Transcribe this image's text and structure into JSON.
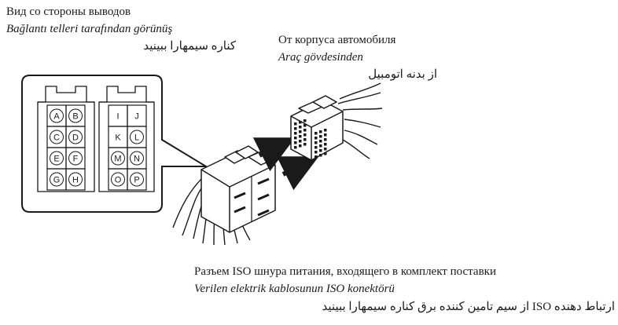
{
  "top_left": {
    "ru": "Вид со стороны выводов",
    "tr": "Bağlantı telleri tarafından görünüş",
    "fa": "کناره سیمهارا ببینید"
  },
  "top_right": {
    "ru": "От корпуса автомобиля",
    "tr": "Araç gövdesinden",
    "fa": "از بدنه اتومبیل"
  },
  "bottom": {
    "ru": "Разъем ISO шнура питания, входящего в комплект поставки",
    "tr": "Verilen elektrik kablosunun ISO konektörü",
    "fa": "ارتباط دهنده ISO از سیم تامین کننده برق کناره سیمهارا ببینید"
  },
  "pins": {
    "left": [
      "A",
      "B",
      "C",
      "D",
      "E",
      "F",
      "G",
      "H"
    ],
    "right": [
      "I",
      "J",
      "K",
      "L",
      "M",
      "N",
      "O",
      "P"
    ]
  }
}
